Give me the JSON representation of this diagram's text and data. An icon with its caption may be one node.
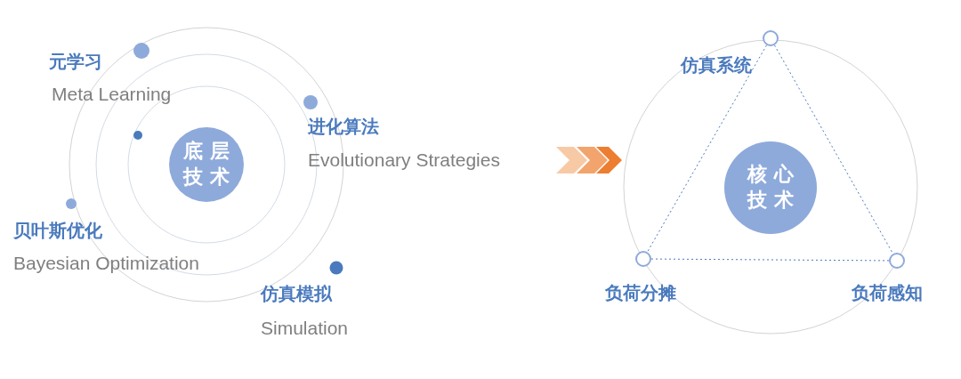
{
  "diagram": {
    "nodes": [
      {
        "text": [
          "底层技术"
        ]
      },
      {
        "text": [
          "核心技术"
        ]
      },
      {
        "text": [],
        "shape": "circle",
        "beside": [
          "仿真系统"
        ]
      },
      {
        "text": [],
        "shape": "circle",
        "beside": [
          "负荷分摊"
        ]
      },
      {
        "text": [],
        "shape": "circle",
        "beside": [
          "负荷感知"
        ]
      }
    ],
    "edges": [
      {
        "from": 2,
        "to": 3,
        "arrow": "none",
        "style": "dashed"
      },
      {
        "from": 3,
        "to": 4,
        "arrow": "none",
        "style": "dashed"
      },
      {
        "from": 2,
        "to": 4,
        "arrow": "none",
        "style": "dashed"
      }
    ],
    "labels": [
      "元学习",
      "Meta Learning",
      "进化算法",
      "Evolutionary Strategies",
      "贝叶斯优化",
      "Bayesian Optimization",
      "仿真模拟",
      "Simulation"
    ]
  }
}
